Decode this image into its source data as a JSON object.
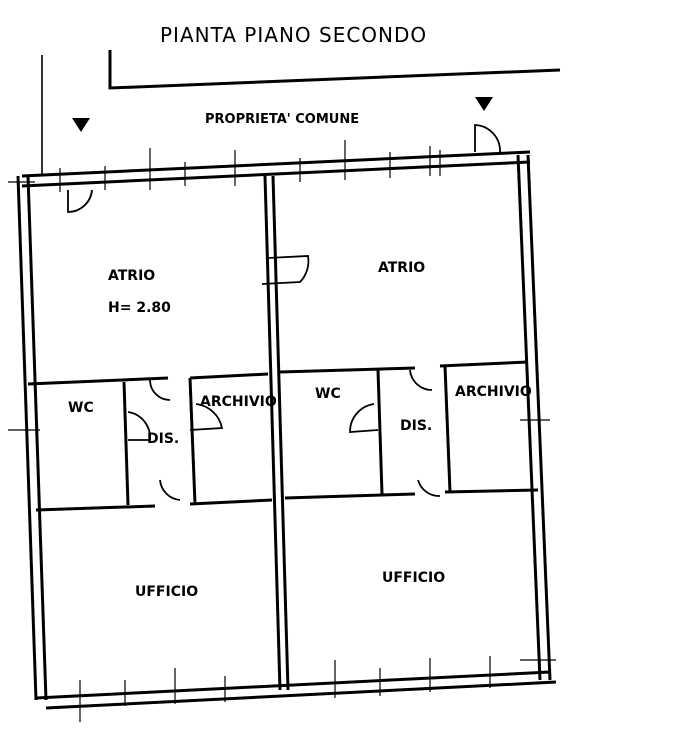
{
  "title": "PIANTA PIANO SECONDO",
  "common_area": "PROPRIETA' COMUNE",
  "rooms": {
    "atrio_left": "ATRIO",
    "atrio_height": "H= 2.80",
    "atrio_right": "ATRIO",
    "wc_left": "WC",
    "dis_left": "DIS.",
    "archivio_left": "ARCHIVIO",
    "wc_right": "WC",
    "dis_right": "DIS.",
    "archivio_right": "ARCHIVIO",
    "ufficio_left": "UFFICIO",
    "ufficio_right": "UFFICIO"
  },
  "icons": [
    "entrance-arrow-icon",
    "entrance-arrow-icon"
  ]
}
